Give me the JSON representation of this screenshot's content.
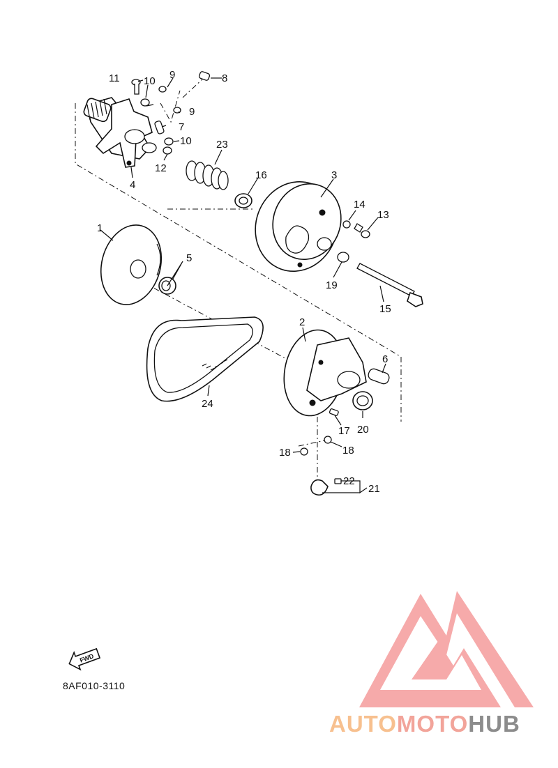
{
  "diagram": {
    "code": "8AF010-3110",
    "fwd_label": "FWD",
    "callouts": [
      {
        "id": "c1",
        "text": "1"
      },
      {
        "id": "c2",
        "text": "2"
      },
      {
        "id": "c3",
        "text": "3"
      },
      {
        "id": "c4",
        "text": "4"
      },
      {
        "id": "c5",
        "text": "5"
      },
      {
        "id": "c6",
        "text": "6"
      },
      {
        "id": "c7",
        "text": "7"
      },
      {
        "id": "c8",
        "text": "8"
      },
      {
        "id": "c9a",
        "text": "9"
      },
      {
        "id": "c9b",
        "text": "9"
      },
      {
        "id": "c10a",
        "text": "10"
      },
      {
        "id": "c10b",
        "text": "10"
      },
      {
        "id": "c11",
        "text": "11"
      },
      {
        "id": "c12",
        "text": "12"
      },
      {
        "id": "c13",
        "text": "13"
      },
      {
        "id": "c14",
        "text": "14"
      },
      {
        "id": "c15",
        "text": "15"
      },
      {
        "id": "c16",
        "text": "16"
      },
      {
        "id": "c17",
        "text": "17"
      },
      {
        "id": "c18a",
        "text": "18"
      },
      {
        "id": "c18b",
        "text": "18"
      },
      {
        "id": "c19",
        "text": "19"
      },
      {
        "id": "c20",
        "text": "20"
      },
      {
        "id": "c21",
        "text": "21"
      },
      {
        "id": "c22",
        "text": "22"
      },
      {
        "id": "c23",
        "text": "23"
      },
      {
        "id": "c24",
        "text": "24"
      }
    ]
  },
  "watermark": {
    "part1": "AUTO",
    "part2": "MOTO",
    "part3": "HUB",
    "colors": {
      "auto": "#f7c08f",
      "moto": "#f2a49a",
      "hub": "#8c8c8c",
      "triangle": "#f5a3a3"
    }
  }
}
